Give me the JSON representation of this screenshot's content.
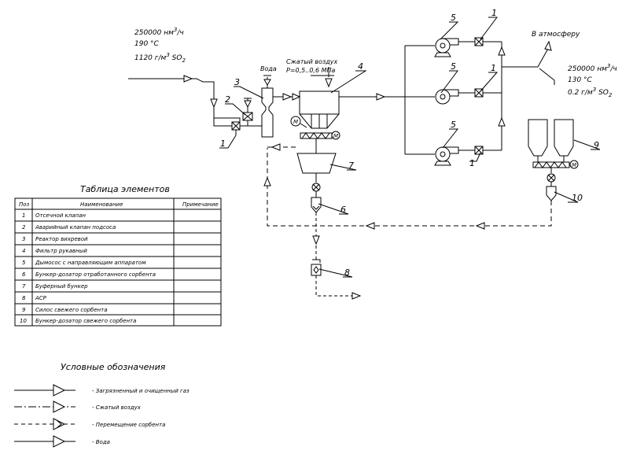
{
  "flow_in": {
    "line1": "250000 нм",
    "sup1": "3",
    "tail1": "/ч",
    "line2": "190 °С",
    "line3a": "1120 г/м",
    "sup3": "3",
    "line3b": "SO",
    "sub3": "2"
  },
  "flow_out": {
    "line1": "250000 нм",
    "sup1": "3",
    "tail1": "/ч",
    "line2": "130 °С",
    "line3a": "0.2 г/м",
    "sup3": "3",
    "line3b": "SO",
    "sub3": "2"
  },
  "labels": {
    "water": "Вода",
    "compressed_air_1": "Сжатый воздух",
    "compressed_air_2": "Р=0,5..0,6 МПа",
    "to_atmosphere": "В атмосферу",
    "motor": "М"
  },
  "positions": {
    "p1a": "1",
    "p2": "2",
    "p3": "3",
    "p4": "4",
    "p5a": "5",
    "p1b": "1",
    "p5b": "5",
    "p1c": "1",
    "p5c": "5",
    "p1d": "1",
    "p6": "6",
    "p7": "7",
    "p8": "8",
    "p9": "9",
    "p10": "10"
  },
  "table": {
    "title": "Таблица элементов",
    "headers": [
      "Поз",
      "Наименование",
      "Примечание"
    ],
    "rows": [
      [
        "1",
        "Отсечной клапан",
        ""
      ],
      [
        "2",
        "Аварийный клапан подсоса",
        ""
      ],
      [
        "3",
        "Реактор вихревой",
        ""
      ],
      [
        "4",
        "Фильтр рукавный",
        ""
      ],
      [
        "5",
        "Дымосос с направляющим аппаратом",
        ""
      ],
      [
        "6",
        "Бункер-дозатор отработанного сорбента",
        ""
      ],
      [
        "7",
        "Буферный бункер",
        ""
      ],
      [
        "8",
        "АСР",
        ""
      ],
      [
        "9",
        "Силос свежего сорбента",
        ""
      ],
      [
        "10",
        "Бункер-дозатор свежего сорбента",
        ""
      ]
    ]
  },
  "legend": {
    "title": "Условные обозначения",
    "items": [
      "- Загрязненный и очищенный газ",
      "- Сжатый воздух",
      "- Перемещение сорбента",
      "- Вода"
    ]
  }
}
